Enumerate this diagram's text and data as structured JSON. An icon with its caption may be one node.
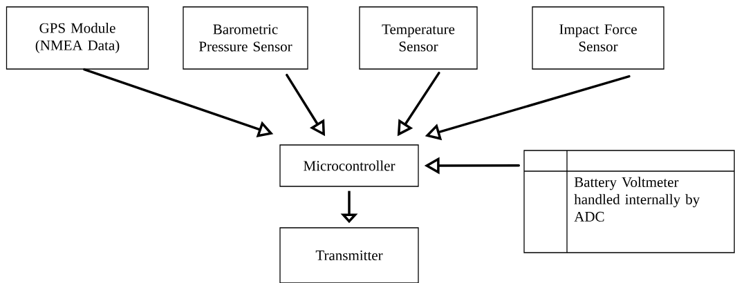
{
  "diagram": {
    "nodes": [
      {
        "text": [
          "GPS Module (NMEA Data)"
        ]
      },
      {
        "text": [
          "Barometric Pressure Sensor"
        ]
      },
      {
        "text": [
          "Temperature Sensor"
        ]
      },
      {
        "text": [
          "Impact Force Sensor"
        ]
      },
      {
        "text": [
          "Microcontroller"
        ]
      },
      {
        "text": [
          "Transmitter"
        ]
      },
      {
        "text": [
          "Battery Voltmeter handled internally by ADC"
        ]
      }
    ],
    "edges": [
      {
        "from": 0,
        "to": 4,
        "arrow": "to"
      },
      {
        "from": 1,
        "to": 4,
        "arrow": "to"
      },
      {
        "from": 2,
        "to": 4,
        "arrow": "to"
      },
      {
        "from": 3,
        "to": 4,
        "arrow": "to"
      },
      {
        "from": 6,
        "to": 4,
        "arrow": "to"
      },
      {
        "from": 4,
        "to": 5,
        "arrow": "to"
      }
    ]
  }
}
